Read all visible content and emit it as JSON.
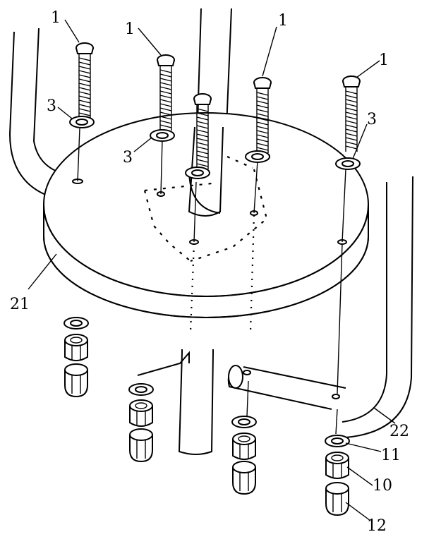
{
  "labels": {
    "screw_1a": "1",
    "screw_1b": "1",
    "screw_1c": "1",
    "screw_1d": "1",
    "washer_3a": "3",
    "washer_3b": "3",
    "washer_3c": "3",
    "plate": "21",
    "tube": "22",
    "lower_washer": "11",
    "nut": "10",
    "cap_nut": "12"
  }
}
